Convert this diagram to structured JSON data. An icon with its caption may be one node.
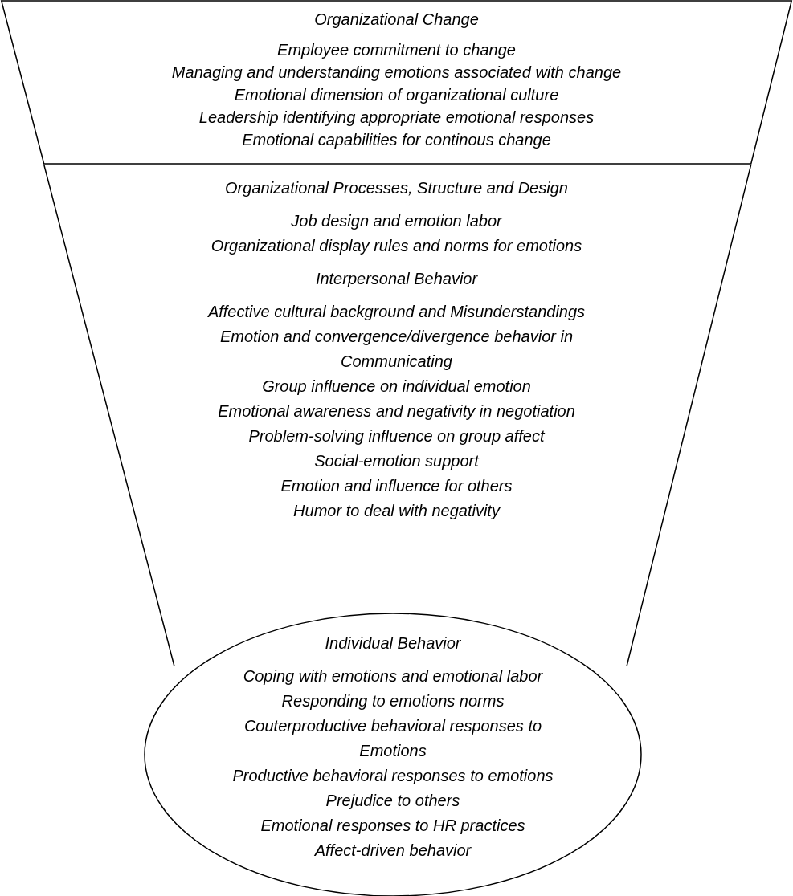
{
  "diagram": {
    "nodes": [
      {
        "text": [
          "Organizational Change",
          "Employee commitment to change",
          "Managing and understanding emotions associated with change",
          "Emotional dimension of organizational culture",
          "Leadership identifying appropriate emotional responses",
          "Emotional capabilities for continous change"
        ]
      },
      {
        "text": [
          "Organizational Processes, Structure and Design",
          "Job design and emotion labor",
          "Organizational display rules and norms for emotions",
          "Interpersonal Behavior",
          "Affective cultural background and Misunderstandings",
          "Emotion and convergence/divergence behavior in Communicating",
          "Group influence on individual emotion",
          "Emotional awareness and negativity in negotiation",
          "Problem-solving influence on group affect",
          "Social-emotion support",
          "Emotion and influence for others",
          "Humor to deal with negativity"
        ]
      },
      {
        "text": [
          "Individual Behavior",
          "Coping with emotions and emotional labor",
          "Responding to emotions norms",
          "Couterproductive behavioral responses to Emotions",
          "Productive behavioral responses to emotions",
          "Prejudice to others",
          "Emotional responses to HR practices",
          "Affect-driven behavior"
        ]
      }
    ]
  }
}
